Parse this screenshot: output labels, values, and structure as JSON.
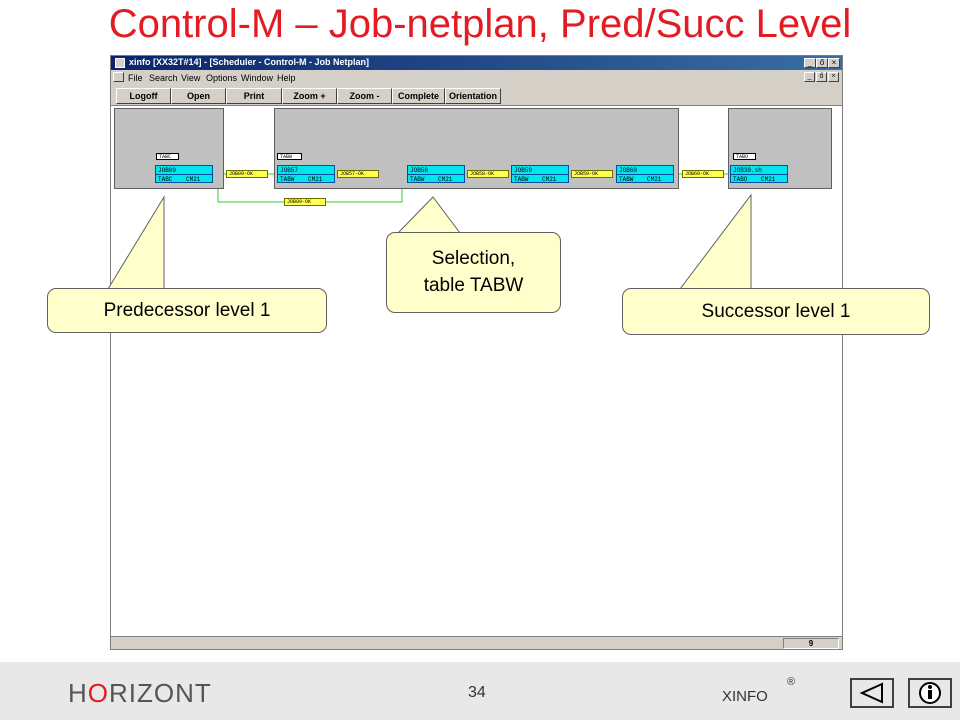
{
  "slide": {
    "title": "Control-M – Job-netplan, Pred/Succ Level"
  },
  "window": {
    "title": "xinfo [XX32T#14] - [Scheduler - Control-M - Job Netplan]",
    "controls": {
      "minimize": "_",
      "restore": "ő",
      "close": "×"
    },
    "menu": [
      "File",
      "Search",
      "View",
      "Options",
      "Window",
      "Help"
    ],
    "toolbar": [
      "Logoff",
      "Open",
      "Print",
      "Zoom +",
      "Zoom -",
      "Complete",
      "Orientation"
    ],
    "status_value": "9"
  },
  "netplan": {
    "tables": [
      "TABC",
      "TABW",
      "TABO"
    ],
    "jobs": [
      {
        "name": "JOB09",
        "table": "TABC",
        "node": "CM21"
      },
      {
        "name": "JOB57",
        "table": "TABW",
        "node": "CM21"
      },
      {
        "name": "JOB58",
        "table": "TABW",
        "node": "CM21"
      },
      {
        "name": "JOB59",
        "table": "TABW",
        "node": "CM21"
      },
      {
        "name": "JOB60",
        "table": "TABW",
        "node": "CM21"
      },
      {
        "name": "JOB30.sh",
        "table": "TABO",
        "node": "CM21"
      }
    ],
    "conditions": [
      "JOB09-OK",
      "JOB57-OK",
      "JOB58-OK",
      "JOB59-OK",
      "JOB60-OK",
      "JOB09-OK"
    ]
  },
  "callouts": {
    "predecessor": "Predecessor level 1",
    "selection_line1": "Selection,",
    "selection_line2": "table TABW",
    "successor": "Successor level 1"
  },
  "footer": {
    "brand_pre": "H",
    "brand_o": "O",
    "brand_post": "RIZONT",
    "page": "34",
    "product": "XINFO",
    "registered": "®"
  },
  "colors": {
    "title": "#e31b23",
    "job": "#00e5ee",
    "condition": "#ffff4d",
    "callout": "#ffffcc",
    "link": "#33cc33"
  }
}
